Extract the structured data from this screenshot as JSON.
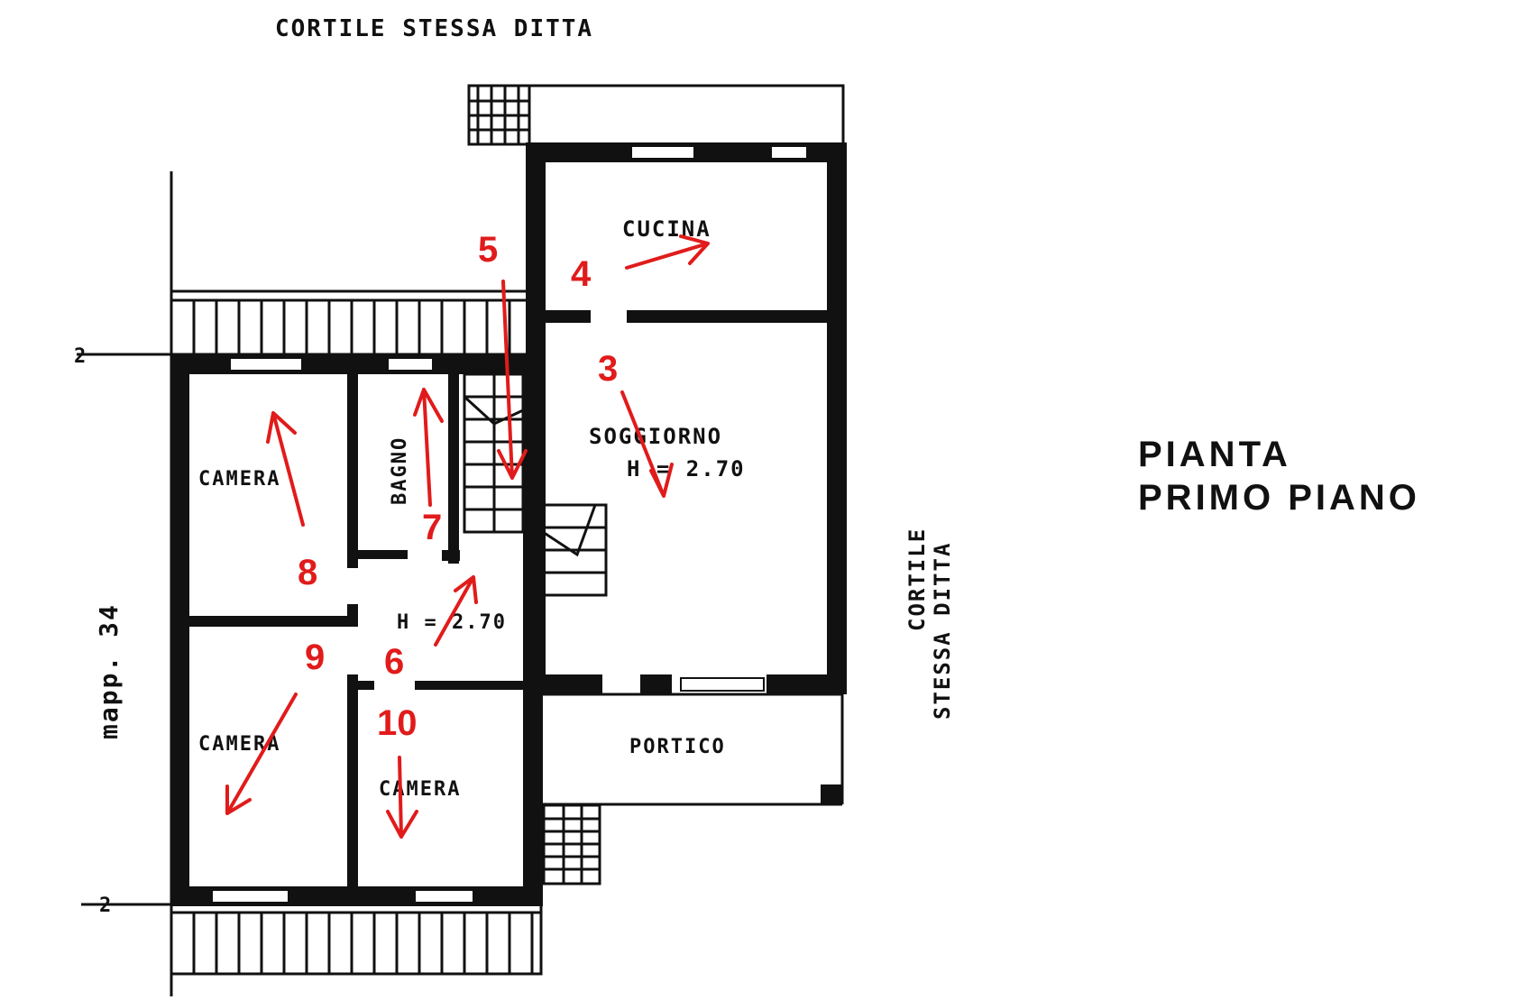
{
  "labels": {
    "top_courtyard": "CORTILE STESSA DITTA",
    "side_courtyard_line1": "CORTILE",
    "side_courtyard_line2": "STESSA DITTA",
    "mapp": "mapp. 34",
    "title_line1": "PIANTA",
    "title_line2": "PRIMO PIANO",
    "cucina": "CUCINA",
    "soggiorno": "SOGGIORNO",
    "soggiorno_height": "H = 2.70",
    "corridor_height": "H = 2.70",
    "bagno": "BAGNO",
    "camera_nw": "CAMERA",
    "camera_sw": "CAMERA",
    "camera_s": "CAMERA",
    "portico": "PORTICO"
  },
  "markers": [
    {
      "id": "3",
      "label": "3"
    },
    {
      "id": "4",
      "label": "4"
    },
    {
      "id": "5",
      "label": "5"
    },
    {
      "id": "6",
      "label": "6"
    },
    {
      "id": "7",
      "label": "7"
    },
    {
      "id": "8",
      "label": "8"
    },
    {
      "id": "9",
      "label": "9"
    },
    {
      "id": "10",
      "label": "10"
    }
  ],
  "colors": {
    "ink": "#111111",
    "marker": "#e11b1b",
    "background": "#ffffff"
  }
}
